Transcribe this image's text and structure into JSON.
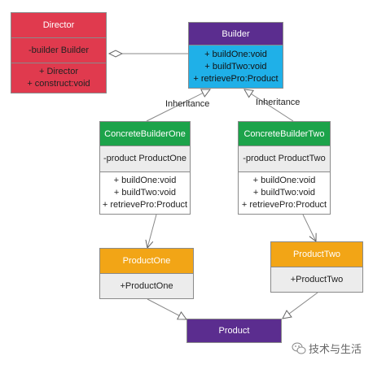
{
  "colors": {
    "director": "#e03a4e",
    "builder_header": "#5b2d8f",
    "builder_body": "#1fb0e8",
    "concrete_header": "#1ca34a",
    "product_header": "#f2a516",
    "product": "#5b2d8f",
    "section_gray": "#ececec"
  },
  "director": {
    "name": "Director",
    "attributes": [
      "-builder Builder"
    ],
    "methods": [
      "+ Director",
      "+ construct:void"
    ]
  },
  "builder": {
    "name": "Builder",
    "methods": [
      "+ buildOne:void",
      "+ buildTwo:void",
      "+ retrievePro:Product"
    ]
  },
  "concrete_one": {
    "name": "ConcreteBuilderOne",
    "attributes": [
      "-product ProductOne"
    ],
    "methods": [
      "+ buildOne:void",
      "+ buildTwo:void",
      "+ retrievePro:Product"
    ]
  },
  "concrete_two": {
    "name": "ConcreteBuilderTwo",
    "attributes": [
      "-product ProductTwo"
    ],
    "methods": [
      "+ buildOne:void",
      "+ buildTwo:void",
      "+ retrievePro:Product"
    ]
  },
  "product_one": {
    "name": "ProductOne",
    "methods": [
      "+ProductOne"
    ]
  },
  "product_two": {
    "name": "ProductTwo",
    "methods": [
      "+ProductTwo"
    ]
  },
  "product": {
    "name": "Product"
  },
  "labels": {
    "inheritance_left": "Inheritance",
    "inheritance_right": "Inheritance"
  },
  "watermark": {
    "icon": "wechat-icon",
    "text": "技术与生活"
  }
}
